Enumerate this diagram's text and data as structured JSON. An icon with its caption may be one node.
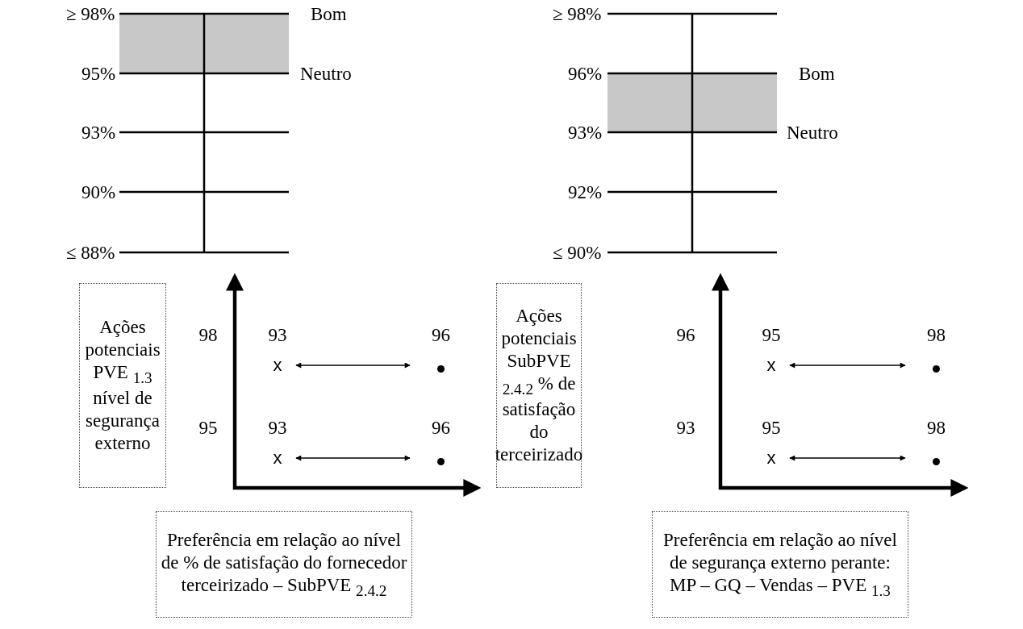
{
  "diagram": {
    "nodes": [
      {
        "text": [
          "Ações potenciais PVE $_{1.3}$ nível de segurança externo"
        ]
      },
      {
        "text": [
          "Ações potenciais SubPVE $_{2.4.2}$ % de satisfação do terceirizado"
        ]
      },
      {
        "text": [
          "Preferência em relação ao nível de % de satisfação do fornecedor terceirizado – SubPVE $_{2.4.2}$"
        ]
      },
      {
        "text": [
          "Preferência em relação ao nível de segurança externo perante: MP – GQ – Vendas – PVE $_{1.3}$"
        ]
      },
      {
        "text": [
          "x"
        ],
        "beside": [
          "93"
        ]
      },
      {
        "text": [],
        "shape": "circle",
        "beside": [
          "96"
        ]
      },
      {
        "text": [
          "x"
        ],
        "beside": [
          "93"
        ]
      },
      {
        "text": [],
        "shape": "circle",
        "beside": [
          "96"
        ]
      },
      {
        "text": [
          "x"
        ],
        "beside": [
          "95"
        ]
      },
      {
        "text": [],
        "shape": "circle",
        "beside": [
          "98"
        ]
      },
      {
        "text": [
          "x"
        ],
        "beside": [
          "95"
        ]
      },
      {
        "text": [],
        "shape": "circle",
        "beside": [
          "98"
        ]
      }
    ],
    "edges": [
      {
        "from": 4,
        "to": 5,
        "arrow": "both"
      },
      {
        "from": 6,
        "to": 7,
        "arrow": "both"
      },
      {
        "from": 8,
        "to": 9,
        "arrow": "both"
      },
      {
        "from": 10,
        "to": 11,
        "arrow": "both"
      }
    ],
    "labels": [
      "≥ 98%",
      "Bom",
      "95%",
      "Neutro",
      "93%",
      "90%",
      "≤ 88%",
      "≥ 98%",
      "96%",
      "Bom",
      "93%",
      "Neutro",
      "92%",
      "≤ 90%",
      "98",
      "95",
      "96",
      "93"
    ]
  }
}
